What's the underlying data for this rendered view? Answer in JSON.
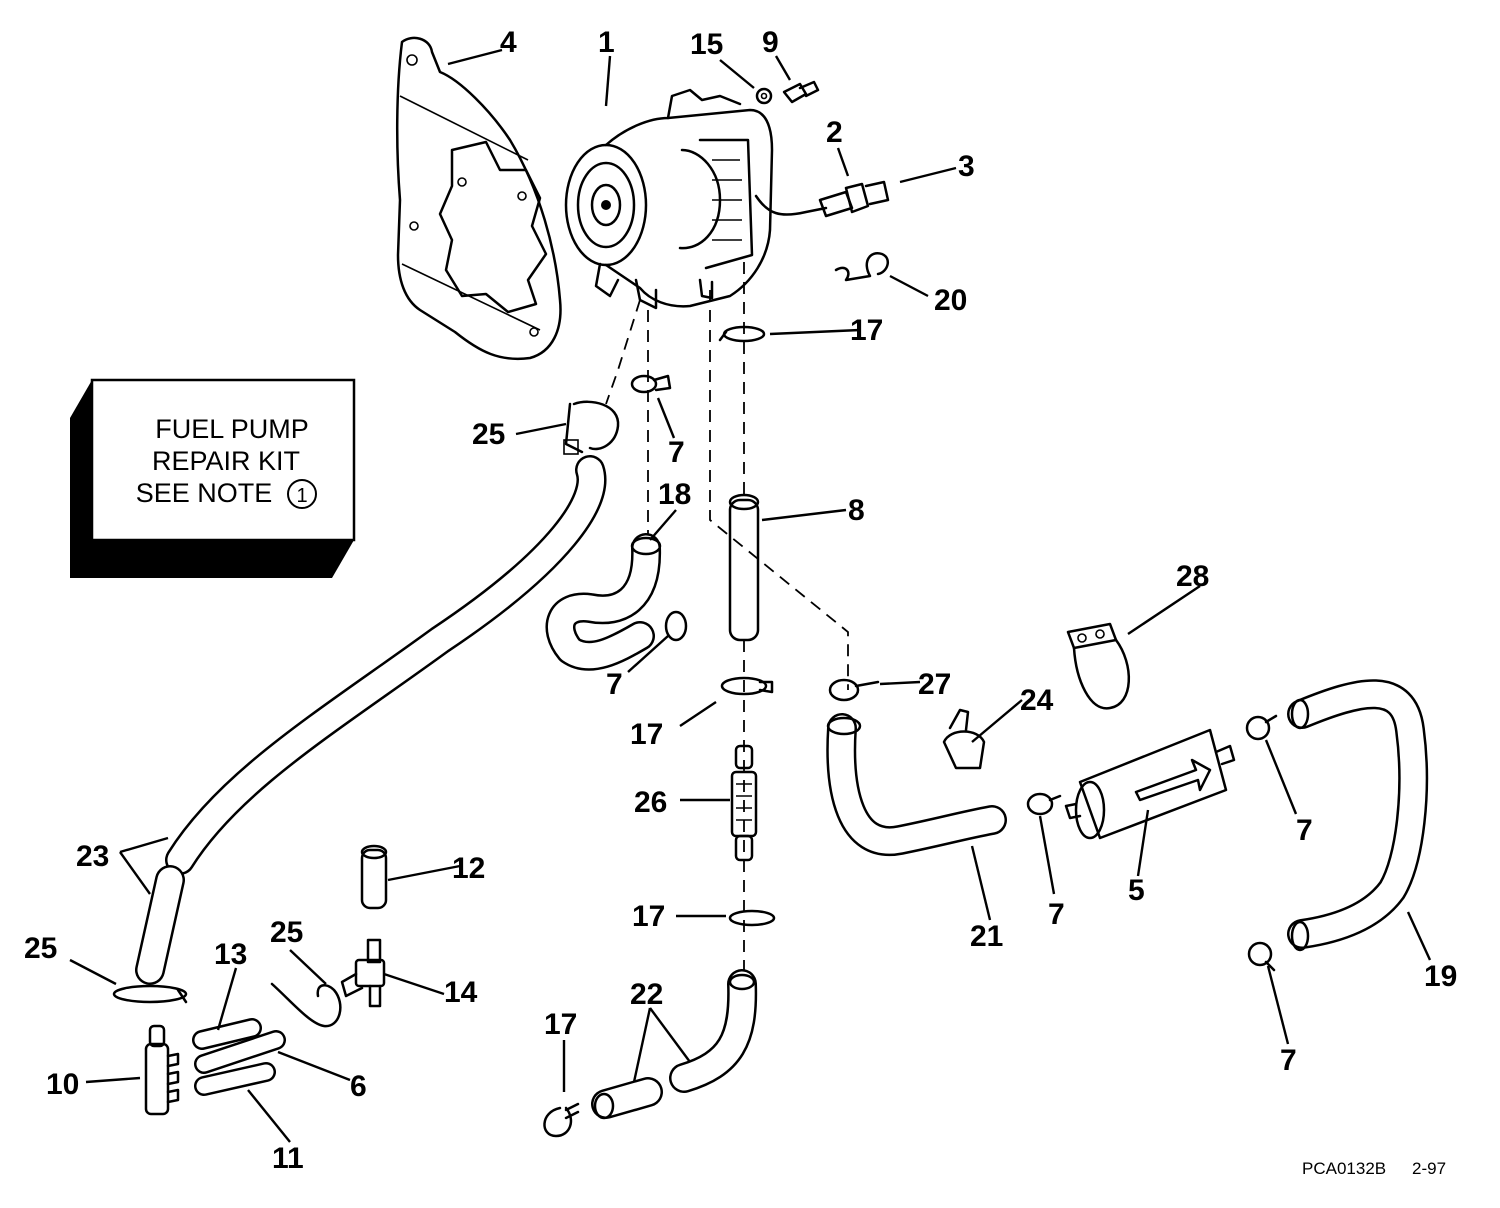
{
  "repair_kit": {
    "line1": "FUEL PUMP",
    "line2": "REPAIR KIT",
    "line3": "SEE NOTE",
    "note_number": "1"
  },
  "drawing_code": "PCA0132B",
  "drawing_date": "2-97",
  "callouts": {
    "c1": "1",
    "c2": "2",
    "c3": "3",
    "c4": "4",
    "c5": "5",
    "c6": "6",
    "c7a": "7",
    "c7b": "7",
    "c7c": "7",
    "c7d": "7",
    "c7e": "7",
    "c8": "8",
    "c9": "9",
    "c10": "10",
    "c11": "11",
    "c12": "12",
    "c13": "13",
    "c14": "14",
    "c15": "15",
    "c17a": "17",
    "c17b": "17",
    "c17c": "17",
    "c17d": "17",
    "c18": "18",
    "c19": "19",
    "c20": "20",
    "c21": "21",
    "c22": "22",
    "c23": "23",
    "c24": "24",
    "c25a": "25",
    "c25b": "25",
    "c25c": "25",
    "c26": "26",
    "c27": "27",
    "c28": "28"
  }
}
